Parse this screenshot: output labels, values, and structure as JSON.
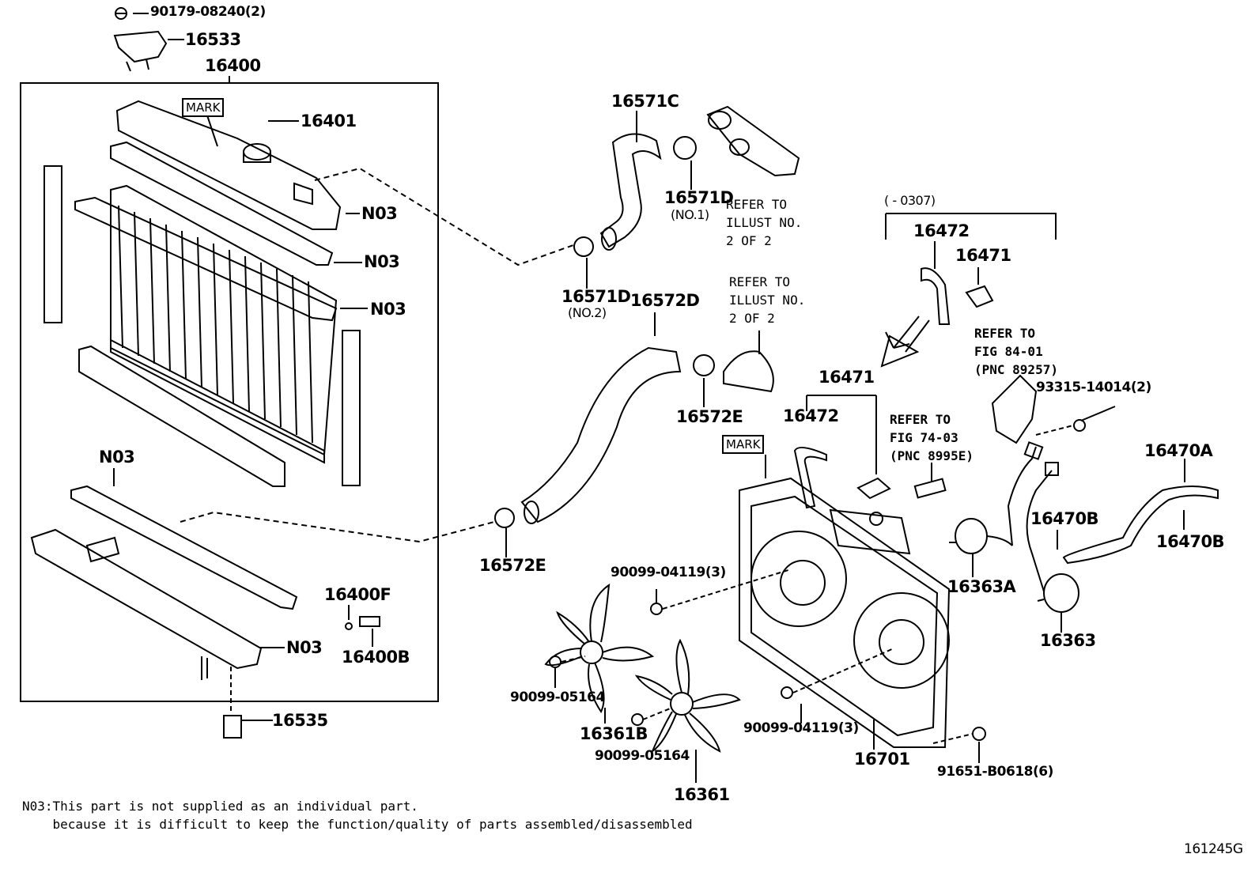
{
  "labels": {
    "p90179": "90179-08240(2)",
    "p16533": "16533",
    "p16400": "16400",
    "p16401": "16401",
    "n03_a": "N03",
    "n03_b": "N03",
    "n03_c": "N03",
    "n03_d": "N03",
    "n03_e": "N03",
    "p16400F": "16400F",
    "p16400B": "16400B",
    "p16535": "16535",
    "p16571C": "16571C",
    "p16571D_1": "16571D",
    "no1": "(NO.1)",
    "p16571D_2": "16571D",
    "no2": "(NO.2)",
    "p16572D": "16572D",
    "p16572E_1": "16572E",
    "p16572E_2": "16572E",
    "p16472_top": "16472",
    "p16471_top": "16471",
    "p16471_mid": "16471",
    "p16472_mid": "16472",
    "p93315": "93315-14014(2)",
    "p16470A": "16470A",
    "p16470B_1": "16470B",
    "p16470B_2": "16470B",
    "p16363A": "16363A",
    "p16363": "16363",
    "p90099_04119_1": "90099-04119(3)",
    "p90099_05164_1": "90099-05164",
    "p16361B": "16361B",
    "p90099_05164_2": "90099-05164",
    "p16361": "16361",
    "p90099_04119_2": "90099-04119(3)",
    "p16701": "16701",
    "p91651": "91651-B0618(6)",
    "date_range": "(      - 0307)",
    "mark1": "MARK",
    "mark2": "MARK"
  },
  "refers": {
    "ref1": "REFER TO\nILLUST NO.\n2 OF 2",
    "ref2": "REFER TO\nILLUST NO.\n2 OF 2",
    "ref3": "REFER TO\nFIG 84-01\n(PNC 89257)",
    "ref4": "REFER TO\nFIG 74-03\n(PNC 8995E)"
  },
  "note": {
    "line1": "N03:This part is not supplied as an individual part.",
    "line2": "    because it is difficult to keep the function/quality of parts assembled/disassembled"
  },
  "figure_id": "161245G"
}
